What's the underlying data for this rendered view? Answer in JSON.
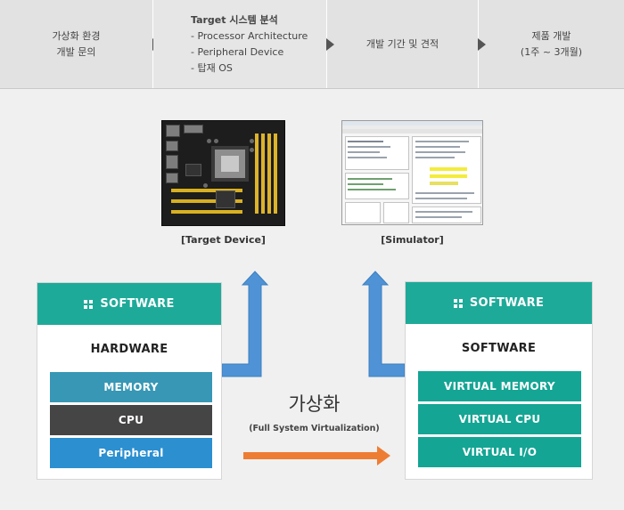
{
  "process": {
    "steps": [
      {
        "lines": [
          "가상화 환경",
          "개발 문의"
        ]
      },
      {
        "lines": [
          "Target 시스템 분석",
          "- Processor Architecture",
          "- Peripheral Device",
          "- 탑재 OS"
        ]
      },
      {
        "lines": [
          "개발 기간 및 견적"
        ]
      },
      {
        "lines": [
          "제품 개발",
          "(1주 ~ 3개월)"
        ]
      }
    ]
  },
  "images": {
    "target_caption": "[Target Device]",
    "simulator_caption": "[Simulator]"
  },
  "left_box": {
    "header": "SOFTWARE",
    "subtitle": "HARDWARE",
    "layers": [
      "MEMORY",
      "CPU",
      "Peripheral"
    ]
  },
  "right_box": {
    "header": "SOFTWARE",
    "subtitle": "SOFTWARE",
    "layers": [
      "VIRTUAL MEMORY",
      "VIRTUAL CPU",
      "VIRTUAL I/O"
    ]
  },
  "center": {
    "title": "가상화",
    "subtitle": "(Full System Virtualization)"
  },
  "colors": {
    "teal": "#1eaa99",
    "memory": "#3797b5",
    "cpu": "#454545",
    "peripheral": "#2b8fd0",
    "virtual_layer": "#14a594",
    "blue_arrow": "#4f93d6",
    "orange_arrow": "#ee7d34"
  }
}
